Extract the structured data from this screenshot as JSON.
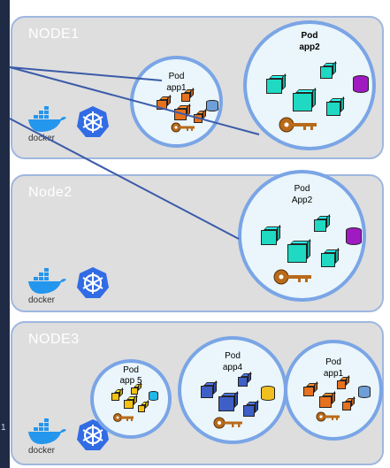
{
  "nodes": [
    {
      "label": "NODE1"
    },
    {
      "label": "Node2"
    },
    {
      "label": "NODE3"
    }
  ],
  "pods": {
    "n1_app1": {
      "line1": "Pod",
      "line2": "app1"
    },
    "n1_app2": {
      "line1": "Pod",
      "line2": "app2"
    },
    "n2_app2": {
      "line1": "Pod",
      "line2": "App2"
    },
    "n3_app5": {
      "line1": "Pod",
      "line2": "app 5"
    },
    "n3_app4": {
      "line1": "Pod",
      "line2": "app4"
    },
    "n3_app1": {
      "line1": "Pod",
      "line2": "app1"
    }
  },
  "logos": {
    "docker": "docker",
    "kubernetes": "kubernetes-icon"
  },
  "edge_text": "1",
  "colors": {
    "node_bg": "#dedede",
    "pod_border": "#7aa5e6",
    "line": "#3b5ba8",
    "docker": "#2496ed",
    "kubernetes": "#326ce5"
  }
}
